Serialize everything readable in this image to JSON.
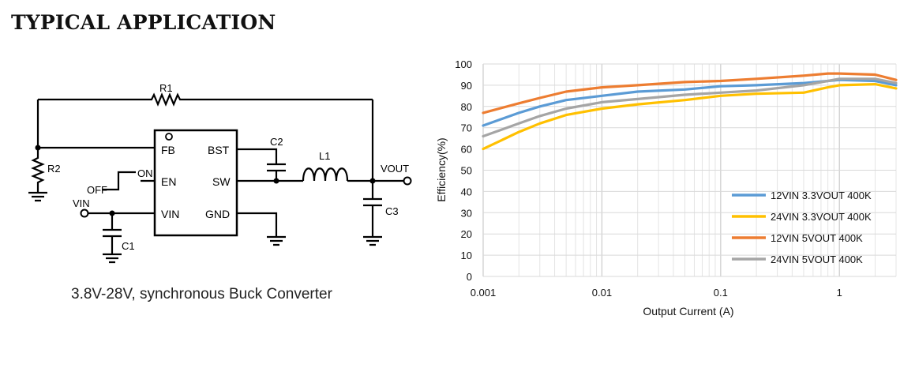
{
  "header": {
    "title": "TYPICAL APPLICATION"
  },
  "schematic": {
    "caption": "3.8V-28V, synchronous Buck Converter",
    "pins": {
      "fb": "FB",
      "en": "EN",
      "vin": "VIN",
      "bst": "BST",
      "sw": "SW",
      "gnd": "GND"
    },
    "components": {
      "r1": "R1",
      "r2": "R2",
      "c1": "C1",
      "c2": "C2",
      "c3": "C3",
      "l1": "L1"
    },
    "nets": {
      "on": "ON",
      "off": "OFF",
      "vin": "VIN",
      "vout": "VOUT"
    }
  },
  "chart_data": {
    "type": "line",
    "title": "",
    "xlabel": "Output Current (A)",
    "ylabel": "Efficiency(%)",
    "xscale": "log",
    "xlim": [
      0.001,
      3
    ],
    "ylim": [
      0,
      100
    ],
    "xticks": [
      "0.001",
      "0.01",
      "0.1",
      "1"
    ],
    "yticks": [
      "0",
      "10",
      "20",
      "30",
      "40",
      "50",
      "60",
      "70",
      "80",
      "90",
      "100"
    ],
    "grid": true,
    "legend_position": "inside-lower-right",
    "series": [
      {
        "name": "12VIN 3.3VOUT 400K",
        "color": "#5b9bd5",
        "x": [
          0.001,
          0.002,
          0.003,
          0.005,
          0.01,
          0.02,
          0.05,
          0.1,
          0.2,
          0.5,
          0.8,
          1,
          2,
          3
        ],
        "y": [
          71,
          77,
          80,
          83,
          85,
          87,
          88,
          89.5,
          90,
          91,
          92,
          92.5,
          92,
          90
        ]
      },
      {
        "name": "24VIN 3.3VOUT 400K",
        "color": "#ffc000",
        "x": [
          0.001,
          0.002,
          0.003,
          0.005,
          0.01,
          0.02,
          0.05,
          0.1,
          0.2,
          0.5,
          0.8,
          1,
          2,
          3
        ],
        "y": [
          60,
          68,
          72,
          76,
          79,
          81,
          83,
          85,
          86,
          86.5,
          89,
          90,
          90.5,
          88.5
        ]
      },
      {
        "name": "12VIN 5VOUT 400K",
        "color": "#ed7d31",
        "x": [
          0.001,
          0.002,
          0.003,
          0.005,
          0.01,
          0.02,
          0.05,
          0.1,
          0.2,
          0.5,
          0.8,
          1,
          2,
          3
        ],
        "y": [
          77,
          81.5,
          84,
          87,
          89,
          90,
          91.5,
          92,
          93,
          94.5,
          95.5,
          95.5,
          95,
          92.5
        ]
      },
      {
        "name": "24VIN 5VOUT 400K",
        "color": "#a5a5a5",
        "x": [
          0.001,
          0.002,
          0.003,
          0.005,
          0.01,
          0.02,
          0.05,
          0.1,
          0.2,
          0.5,
          0.8,
          1,
          2,
          3
        ],
        "y": [
          66,
          72,
          75.5,
          79,
          82,
          83.5,
          85.5,
          86.5,
          87.5,
          90,
          92,
          93,
          93,
          91
        ]
      }
    ]
  }
}
